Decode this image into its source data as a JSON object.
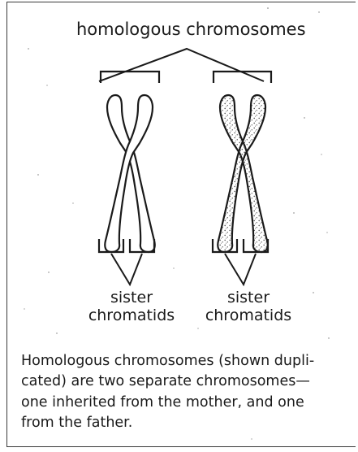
{
  "diagram": {
    "top_label": "homologous chromosomes",
    "left_bottom_label_line1": "sister",
    "left_bottom_label_line2": "chromatids",
    "right_bottom_label_line1": "sister",
    "right_bottom_label_line2": "chromatids"
  },
  "caption": {
    "line1": "Homologous chromosomes (shown dupli-",
    "line2": "cated) are two separate chromosomes—",
    "line3": "one inherited from the mother, and one",
    "line4": "from the father."
  },
  "colors": {
    "ink": "#1a1a1a",
    "stipple": "#5a5a5a",
    "background": "#ffffff"
  }
}
